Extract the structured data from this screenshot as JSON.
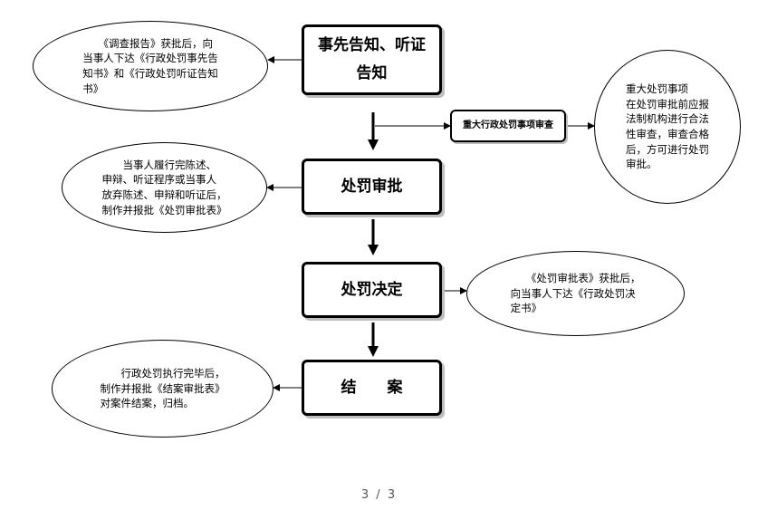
{
  "steps": [
    {
      "label": "事先告知、听证\n告知"
    },
    {
      "label": "处罚审批"
    },
    {
      "label": "处罚决定"
    },
    {
      "label": "结　　案"
    }
  ],
  "review": {
    "label": "重大行政处罚事项审查"
  },
  "notes": {
    "note1": "　　《调查报告》获批后，向\n当事人下达《行政处罚事先告\n知书》和《行政处罚听证告知\n书》",
    "note_review": "重大处罚事项\n在处罚审批前应报\n法制机构进行合法\n性审查，审查合格\n后，方可进行处罚\n审批。",
    "note2": "　　当事人履行完陈述、\n申辩、听证程序或当事人\n放弃陈述、申辩和听证后，\n制作并报批《处罚审批表》",
    "note3": "　　《处罚审批表》获批后，\n向当事人下达《行政处罚决\n定书》",
    "note4": "　　行政处罚执行完毕后，\n制作并报批《结案审批表》\n对案件结案，归档。"
  },
  "footer": {
    "page": "3 / 3"
  }
}
